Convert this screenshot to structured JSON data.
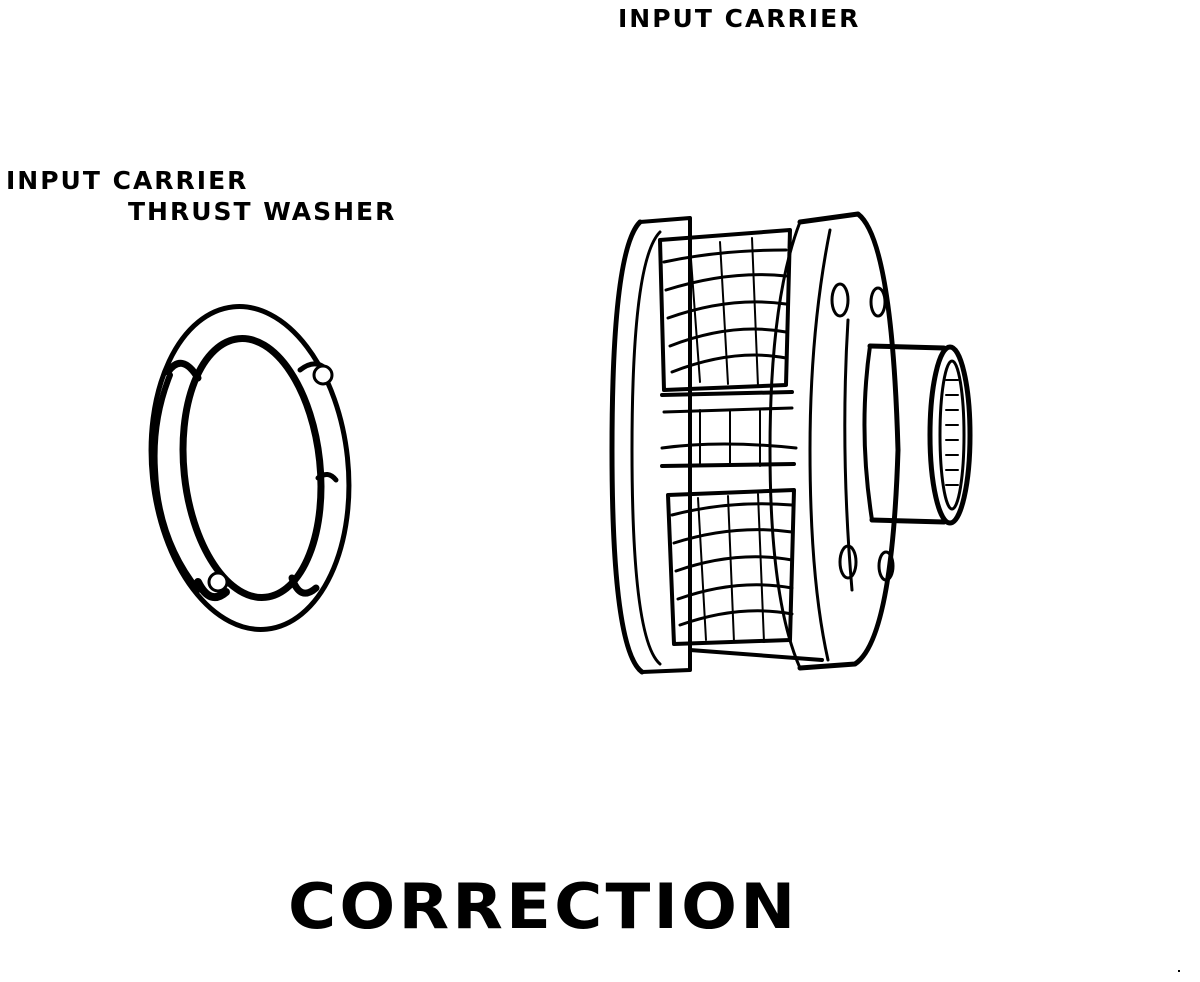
{
  "labels": {
    "input_carrier": "INPUT CARRIER",
    "thrust_washer_line1": "INPUT CARRIER",
    "thrust_washer_line2": "THRUST WASHER",
    "correction": "CORRECTION"
  },
  "colors": {
    "ink": "#000000",
    "paper": "#ffffff"
  },
  "parts": [
    "input-carrier-thrust-washer",
    "input-carrier"
  ]
}
